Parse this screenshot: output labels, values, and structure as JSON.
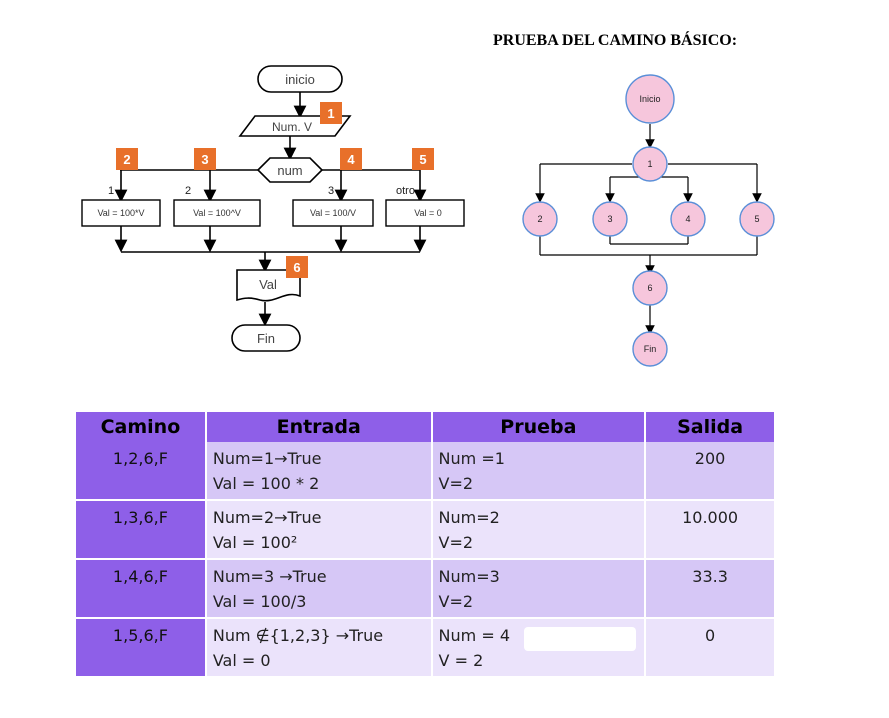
{
  "title": "PRUEBA DEL CAMINO BÁSICO:",
  "flowchart": {
    "start": "inicio",
    "input": "Num. V",
    "decision": "num",
    "branches": [
      {
        "case": "1",
        "action": "Val = 100*V"
      },
      {
        "case": "2",
        "action": "Val = 100^V"
      },
      {
        "case": "3",
        "action": "Val = 100/V"
      },
      {
        "case": "otro",
        "action": "Val = 0"
      }
    ],
    "output": "Val",
    "end": "Fin",
    "markers": [
      "1",
      "2",
      "3",
      "4",
      "5",
      "6"
    ]
  },
  "flow_graph": {
    "nodes": [
      "Inicio",
      "1",
      "2",
      "3",
      "4",
      "5",
      "6",
      "Fin"
    ]
  },
  "table": {
    "headers": [
      "Camino",
      "Entrada",
      "Prueba",
      "Salida"
    ],
    "rows": [
      {
        "camino": "1,2,6,F",
        "entrada": [
          "Num=1→True",
          "Val = 100 * 2"
        ],
        "prueba": [
          "Num =1",
          "V=2"
        ],
        "salida": "200"
      },
      {
        "camino": "1,3,6,F",
        "entrada": [
          "Num=2→True",
          "Val = 100²"
        ],
        "prueba": [
          "Num=2",
          "V=2"
        ],
        "salida": "10.000"
      },
      {
        "camino": "1,4,6,F",
        "entrada": [
          "Num=3 →True",
          "Val = 100/3"
        ],
        "prueba": [
          "Num=3",
          "V=2"
        ],
        "salida": "33.3"
      },
      {
        "camino": "1,5,6,F",
        "entrada": [
          "Num ∉{1,2,3} →True",
          "Val = 0"
        ],
        "prueba": [
          "Num = 4",
          "V = 2"
        ],
        "salida": "0"
      }
    ]
  },
  "colors": {
    "marker_orange": "#e8702a",
    "node_pink": "#f6c6dc",
    "node_border": "#5a8fd8",
    "header_purple": "#8e5fe8",
    "row_dark": "#d6c7f6",
    "row_light": "#ebe3fb"
  }
}
